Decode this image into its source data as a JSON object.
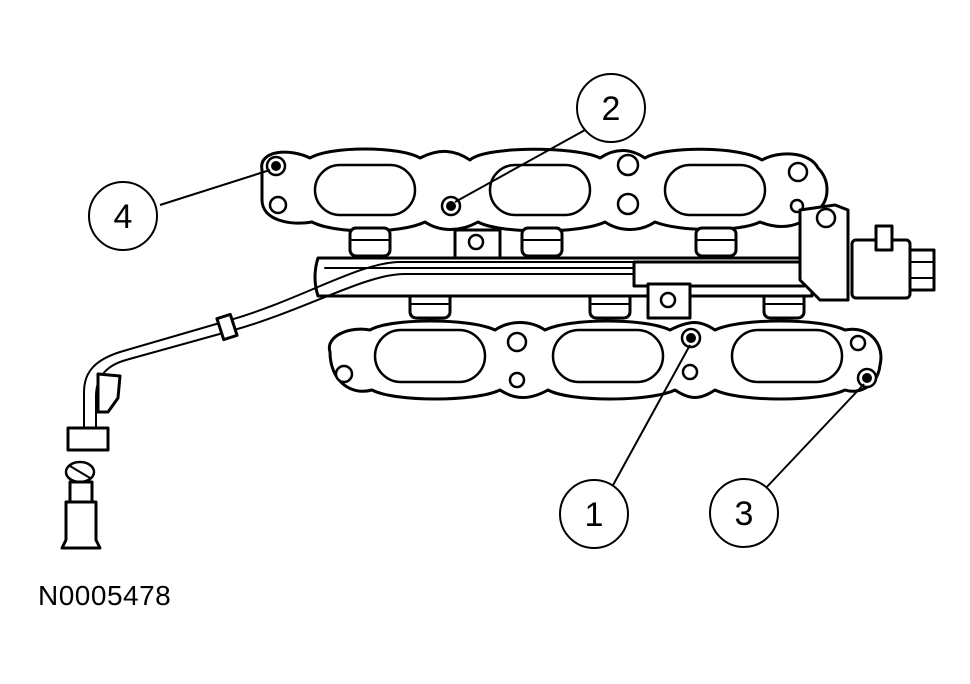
{
  "figure_id": "N0005478",
  "callouts": [
    {
      "number": "1"
    },
    {
      "number": "2"
    },
    {
      "number": "3"
    },
    {
      "number": "4"
    }
  ]
}
